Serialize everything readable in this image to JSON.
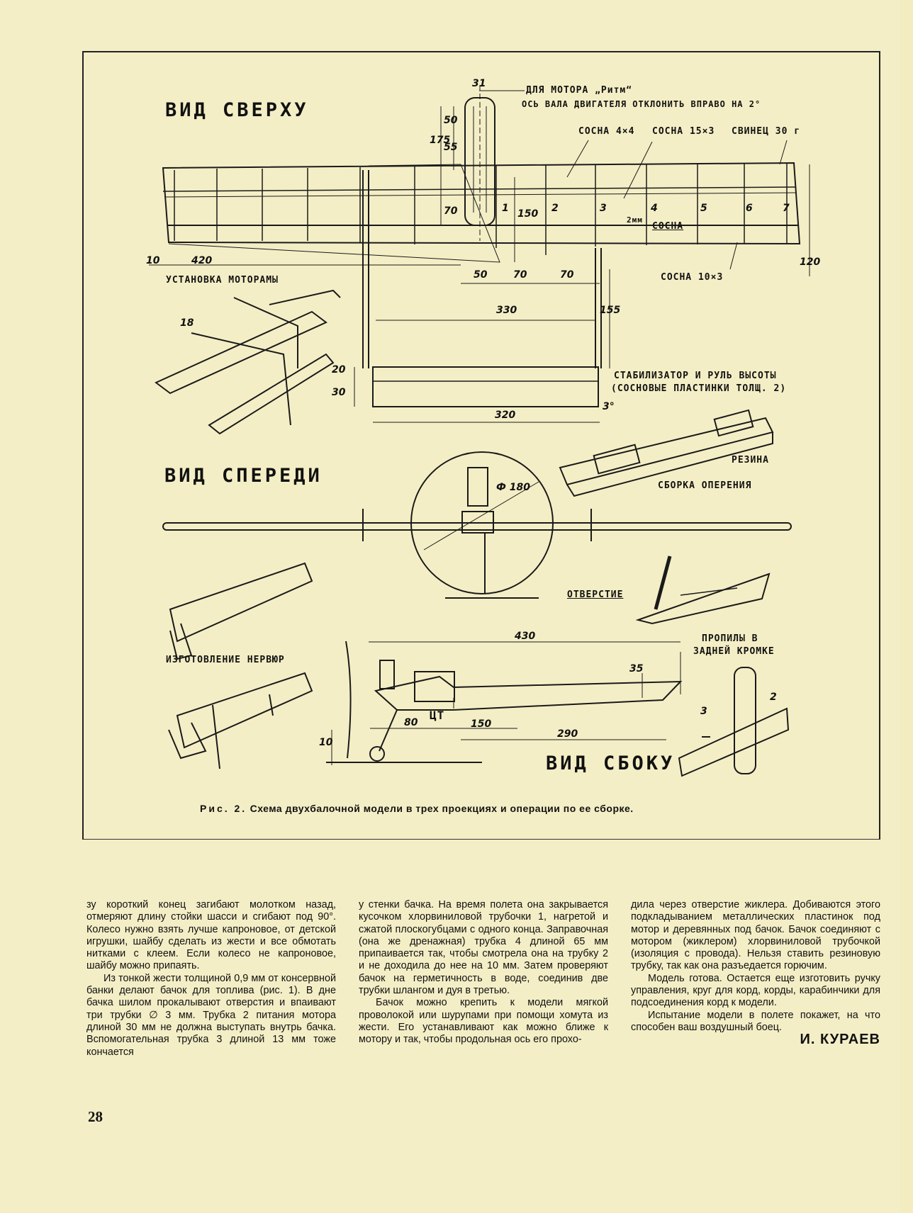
{
  "figure": {
    "labels": {
      "view_top": "ВИД СВЕРХУ",
      "view_front": "ВИД СПЕРЕДИ",
      "view_side": "ВИД СБОКУ",
      "motor_mount": "УСТАНОВКА МОТОРАМЫ",
      "ribs_making": "ИЗГОТОВЛЕНИЕ НЕРВЮР",
      "tail_assembly": "СБОРКА ОПЕРЕНИЯ",
      "rubber": "РЕЗИНА",
      "hole": "ОТВЕРСТИЕ",
      "cuts_line1": "ПРОПИЛЫ В",
      "cuts_line2": "ЗАДНЕЙ КРОМКЕ",
      "motor_note_line1": "ДЛЯ МОТОРА „Ритм“",
      "motor_note_line2": "ОСЬ ВАЛА ДВИГАТЕЛЯ ОТКЛОНИТЬ ВПРАВО НА 2°",
      "pine_4x4": "СОСНА 4×4",
      "pine_15x3": "СОСНА 15×3",
      "lead": "СВИНЕЦ 30 г",
      "pine_2mm": "СОСНА",
      "pine_10x3": "СОСНА 10×3",
      "stab_line1": "СТАБИЛИЗАТОР И РУЛЬ ВЫСОТЫ",
      "stab_line2": "(СОСНОВЫЕ ПЛАСТИНКИ ТОЛЩ. 2)",
      "ct": "ЦТ"
    },
    "dimensions": {
      "d31": "31",
      "d175": "175",
      "d50": "50",
      "d55": "55",
      "d70a": "70",
      "d150a": "150",
      "d10a": "10",
      "d420": "420",
      "d120": "120",
      "d50b": "50",
      "d70b": "70",
      "d70c": "70",
      "d330": "330",
      "d155": "155",
      "d20": "20",
      "d30": "30",
      "d320": "320",
      "d3deg": "3°",
      "d18": "18",
      "d180": "Ф 180",
      "d430": "430",
      "d35": "35",
      "d80": "80",
      "d150b": "150",
      "d290": "290",
      "d10b": "10",
      "d3": "3",
      "d2": "2",
      "d2mm": "2мм"
    },
    "rib_numbers": [
      "1",
      "2",
      "3",
      "4",
      "5",
      "6",
      "7"
    ],
    "caption_prefix": "Рис. 2.",
    "caption": "Схема двухбалочной модели в трех проекциях и операции по ее сборке."
  },
  "columns": {
    "col1_p1": "зу короткий конец загибают молотком назад, отмеряют длину стойки шасси и сгибают под 90°. Колесо нужно взять лучше капроновое, от детской игрушки, шайбу сделать из жести и все обмотать нитками с клеем. Если колесо не капроновое, шайбу можно припаять.",
    "col1_p2": "Из тонкой жести толщиной 0,9 мм от консервной банки делают бачок для топлива (рис. 1). В дне бачка шилом прокалывают отверстия и впаивают три трубки ∅ 3 мм. Трубка 2 питания мотора длиной 30 мм не должна выступать внутрь бачка. Вспомогательная трубка 3 длиной 13 мм тоже кончается",
    "col2_p1": "у стенки бачка. На время полета она закрывается кусочком хлорвиниловой трубочки 1, нагретой и сжатой плоскогубцами с одного конца. Заправочная (она же дренажная) трубка 4 длиной 65 мм припаивается так, чтобы смотрела она на трубку 2 и не доходила до нее на 10 мм. Затем проверяют бачок на герметичность в воде, соединив две трубки шлангом и дуя в третью.",
    "col2_p2": "Бачок можно крепить к модели мягкой проволокой или шурупами при помощи хомута из жести. Его устанавливают как можно ближе к мотору и так, чтобы продольная ось его прохо-",
    "col3_p1": "дила через отверстие жиклера. Добиваются этого подкладыванием металлических пластинок под мотор и деревянных под бачок. Бачок соединяют с мотором (жиклером) хлорвиниловой трубочкой (изоляция с провода). Нельзя ставить резиновую трубку, так как она разъедается горючим.",
    "col3_p2": "Модель готова. Остается еще изготовить ручку управления, круг для корд, корды, карабинчики для подсоединения корд к модели.",
    "col3_p3": "Испытание модели в полете покажет, на что способен ваш воздушный боец.",
    "author": "И. КУРАЕВ"
  },
  "page_number": "28"
}
